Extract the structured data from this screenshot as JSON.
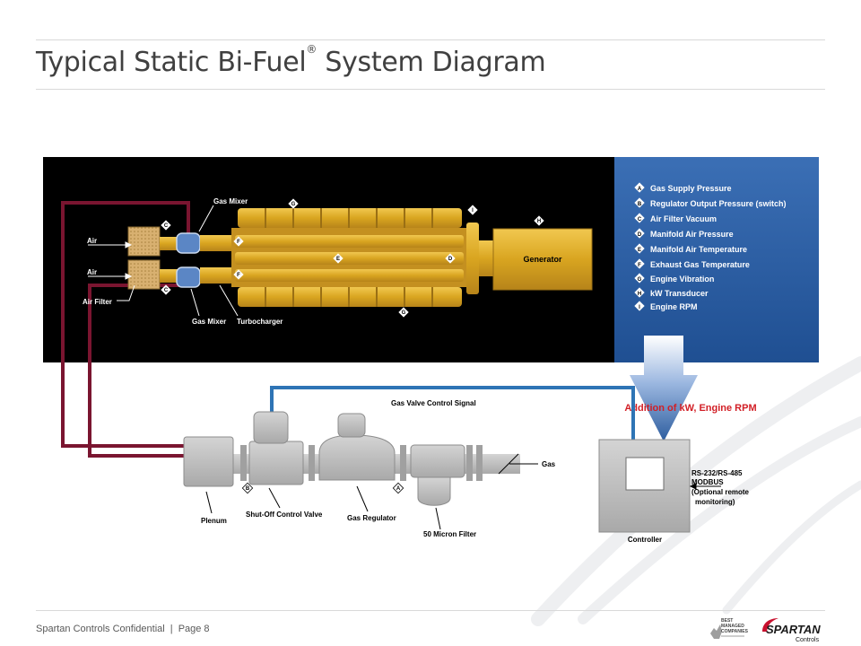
{
  "slide": {
    "title": "Typical Static Bi-Fuel",
    "title_mark": "®",
    "title_suffix": " System Diagram",
    "footer_company": "Spartan Controls Confidential",
    "footer_separator": "|",
    "footer_page": "Page 8"
  },
  "diagram": {
    "engine": {
      "air_top": "Air",
      "air_bottom": "Air",
      "air_filter": "Air Filter",
      "gas_mixer_top": "Gas Mixer",
      "gas_mixer_bottom": "Gas Mixer",
      "turbocharger": "Turbocharger",
      "generator": "Generator"
    },
    "sensor_tags": [
      "C",
      "C",
      "F",
      "F",
      "E",
      "D",
      "G",
      "G",
      "I",
      "H"
    ],
    "legend": [
      {
        "letter": "A",
        "label": "Gas Supply Pressure"
      },
      {
        "letter": "B",
        "label": "Regulator Output Pressure (switch)"
      },
      {
        "letter": "C",
        "label": "Air Filter Vacuum"
      },
      {
        "letter": "D",
        "label": "Manifold Air Pressure"
      },
      {
        "letter": "E",
        "label": "Manifold Air Temperature"
      },
      {
        "letter": "F",
        "label": "Exhaust Gas Temperature"
      },
      {
        "letter": "G",
        "label": "Engine Vibration"
      },
      {
        "letter": "H",
        "label": "kW Transducer"
      },
      {
        "letter": "I",
        "label": "Engine RPM"
      }
    ],
    "callout": "Addition of kW, Engine RPM",
    "gas_train": {
      "signal": "Gas Valve Control Signal",
      "gas": "Gas",
      "plenum": "Plenum",
      "shutoff": "Shut-Off Control Valve",
      "regulator": "Gas Regulator",
      "filter": "50 Micron Filter",
      "tag_b": "B",
      "tag_a": "A"
    },
    "controller": {
      "label": "Controller",
      "comms_line1": "RS-232/RS-485",
      "comms_line2": "MODBUS",
      "comms_line3": "(Optional remote",
      "comms_line4": "monitoring)"
    }
  },
  "logos": {
    "bmc_line1": "BEST",
    "bmc_line2": "MANAGED",
    "bmc_line3": "COMPANIES",
    "brand": "SPARTAN",
    "brand_sub": "Controls"
  },
  "colors": {
    "title": "#404040",
    "panel_black": "#000000",
    "panel_blue": "#2d5d9f",
    "engine_gold": "#d9a520",
    "red_line": "#7a1530",
    "blue_line": "#2e74b5",
    "callout_red": "#d21f26",
    "gray_component": "#bdbdbd",
    "brand_red": "#c8102e"
  }
}
